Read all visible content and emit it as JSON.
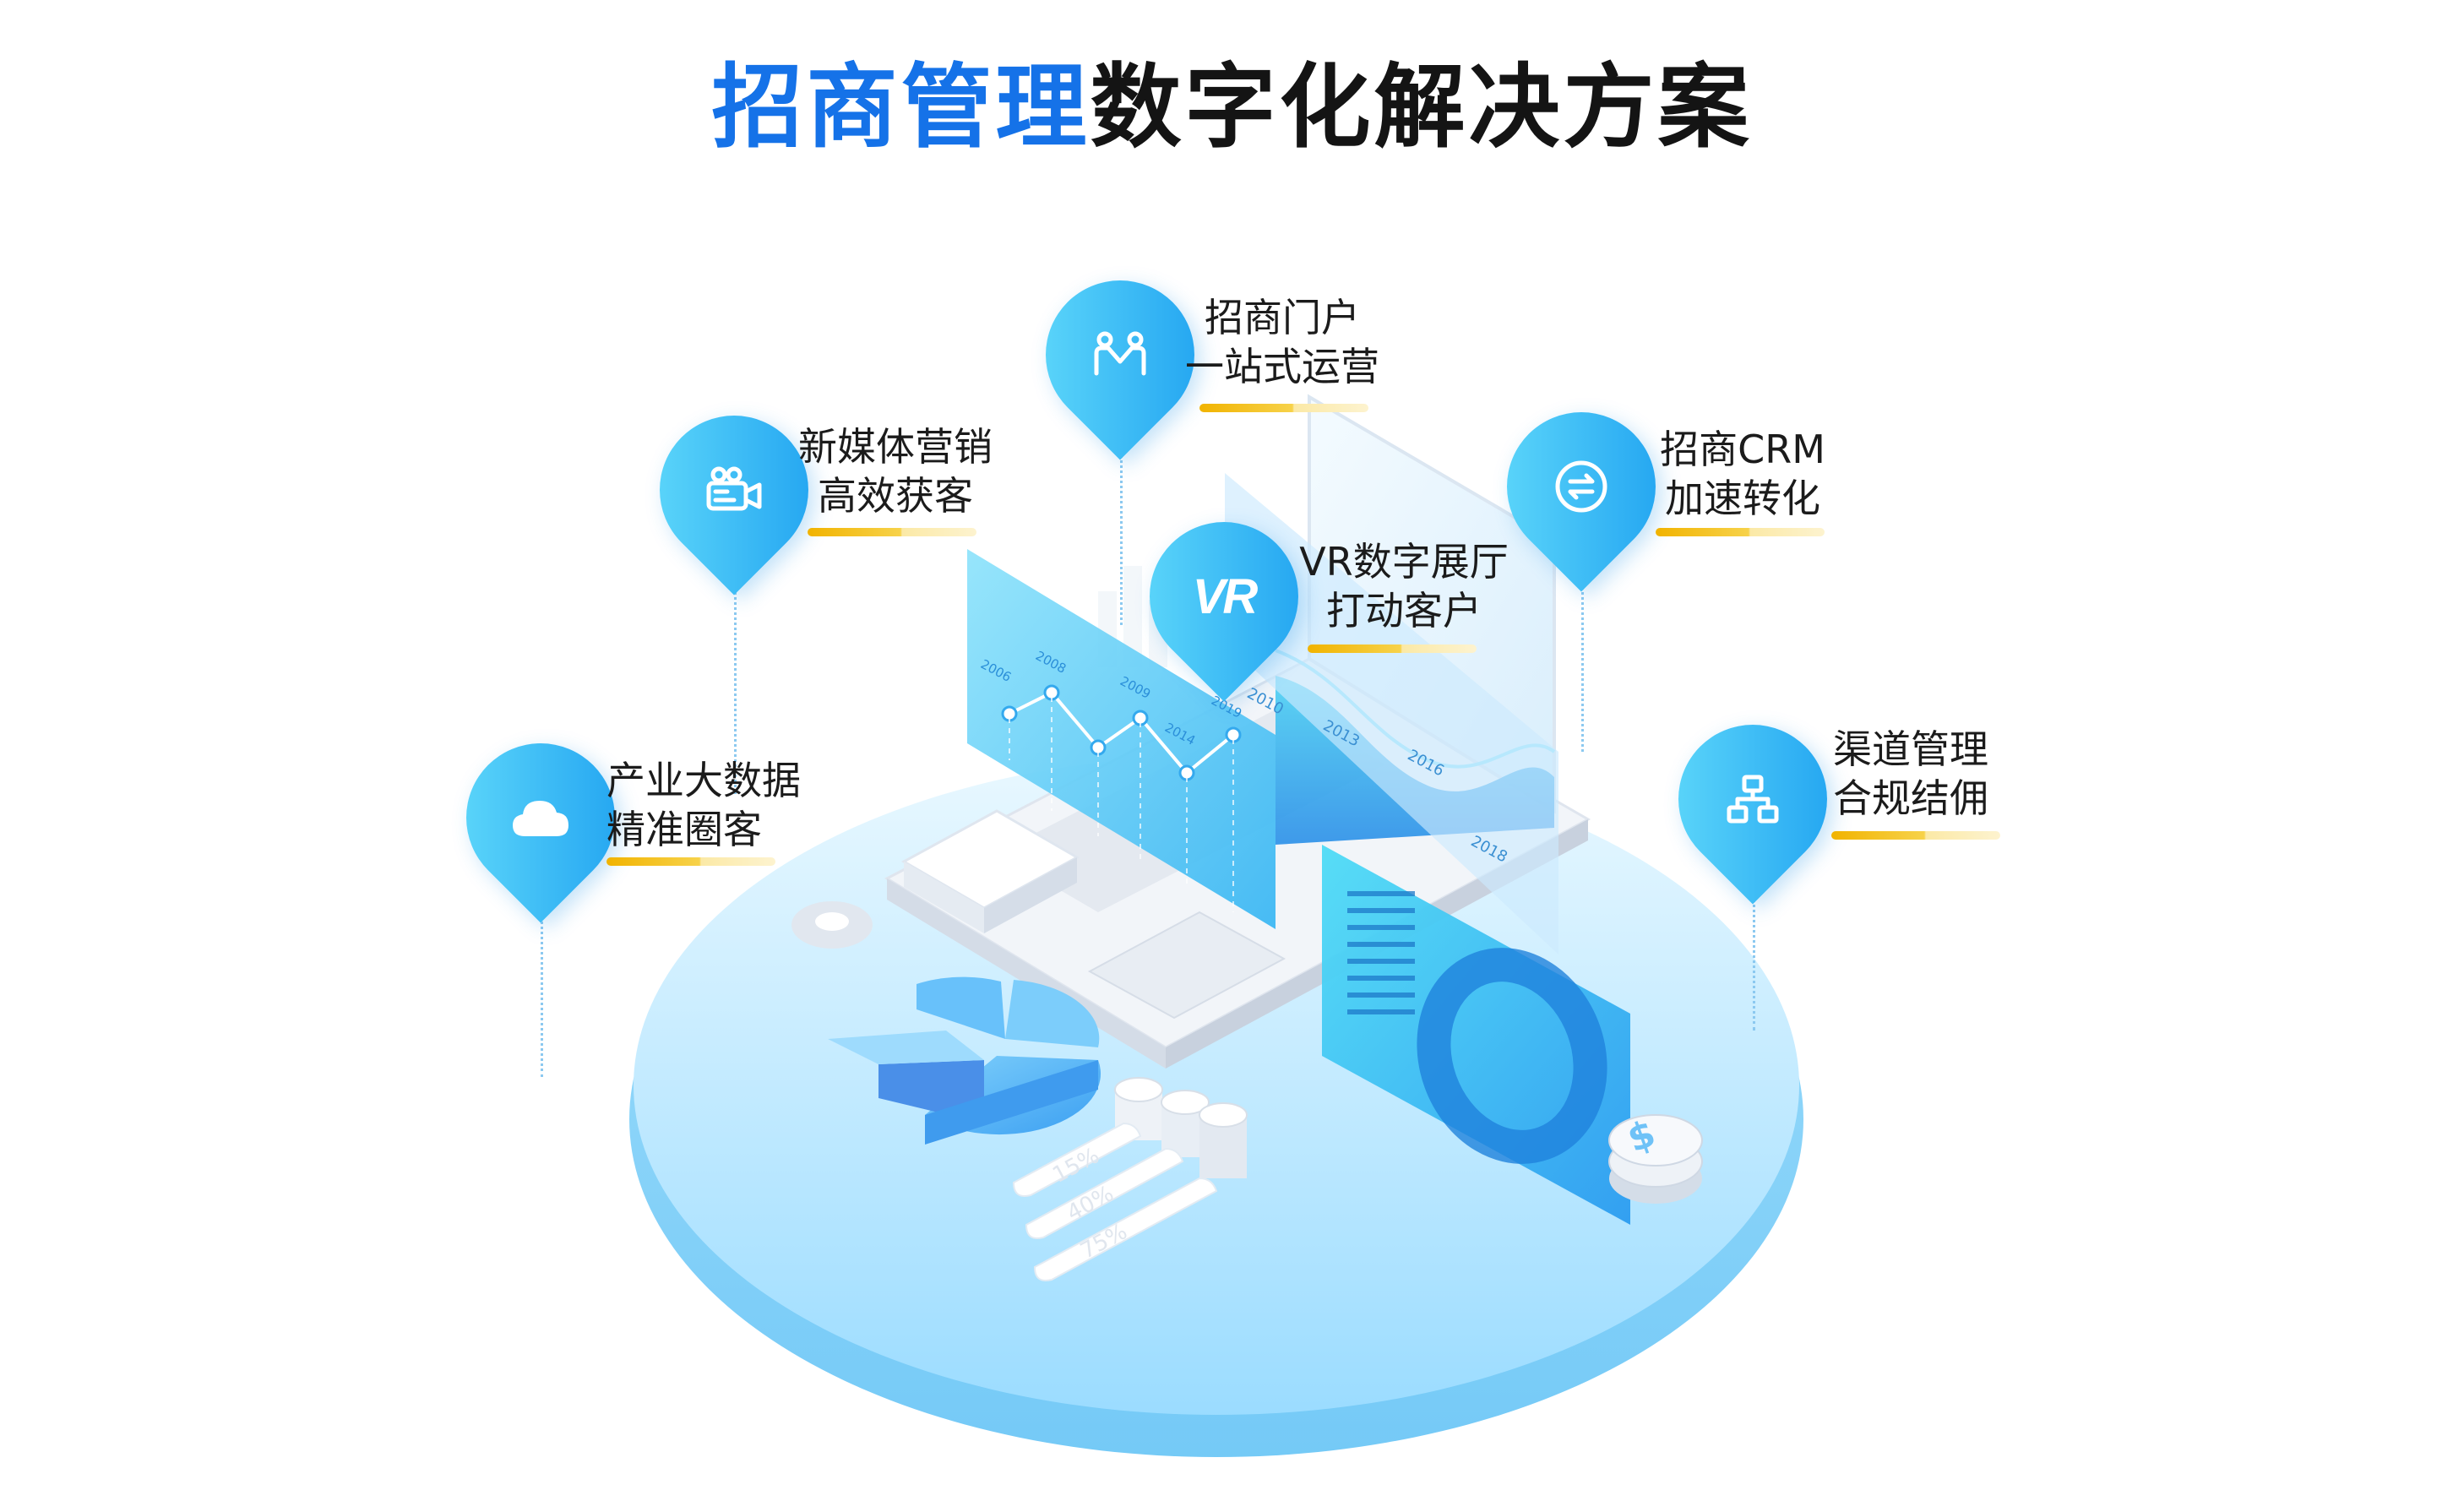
{
  "title": {
    "highlight": "招商管理",
    "rest": "数字化解决方案"
  },
  "features": [
    {
      "id": "portal",
      "icon": "handshake-icon",
      "line1": "招商门户",
      "line2": "一站式运营"
    },
    {
      "id": "media",
      "icon": "video-camera-icon",
      "line1": "新媒体营销",
      "line2": "高效获客"
    },
    {
      "id": "crm",
      "icon": "exchange-icon",
      "line1": "招商CRM",
      "line2": "加速转化"
    },
    {
      "id": "vr",
      "icon": "vr-icon",
      "line1": "VR数字展厅",
      "line2": "打动客户"
    },
    {
      "id": "bigdata",
      "icon": "cloud-icon",
      "line1": "产业大数据",
      "line2": "精准圈客"
    },
    {
      "id": "channel",
      "icon": "org-chart-icon",
      "line1": "渠道管理",
      "line2": "合规结佣"
    }
  ],
  "illustration": {
    "chart_years_left": [
      "2006",
      "2008",
      "2009",
      "2014",
      "2019"
    ],
    "chart_years_right": [
      "2010",
      "2013",
      "2016",
      "2018"
    ],
    "percent_labels": [
      "15%",
      "40%",
      "75%"
    ],
    "vr_badge": "VR",
    "currency_symbol": "$"
  },
  "colors": {
    "accent": "#1572e8",
    "pin_light": "#63dcfb",
    "pin_dark": "#1c9ff0",
    "bar": "#f1b300"
  }
}
